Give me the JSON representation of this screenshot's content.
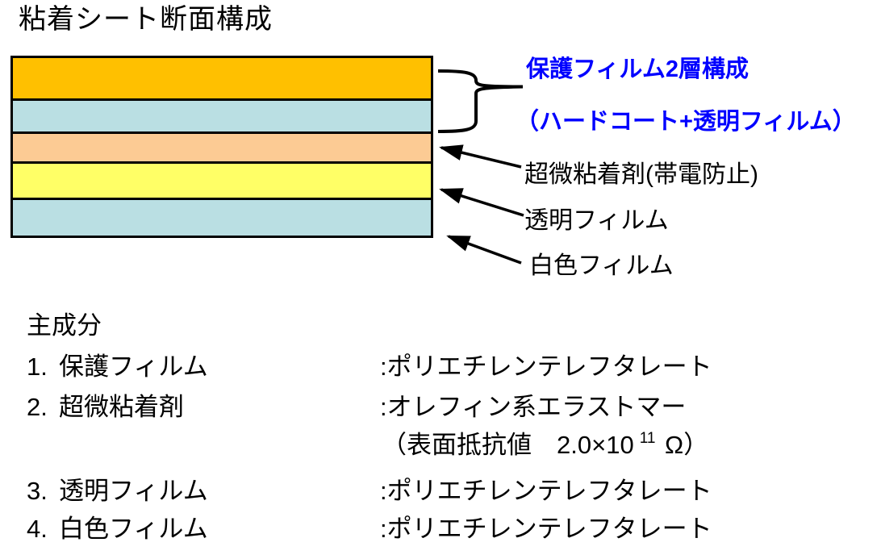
{
  "page": {
    "title": "粘着シート断面構成",
    "background": "#FFFFFF"
  },
  "diagram": {
    "layers": [
      {
        "role": "protective-film-hard-coat",
        "color": "#FFC000"
      },
      {
        "role": "protective-film-clear-film",
        "color": "#BADFE3"
      },
      {
        "role": "ultra-fine-adhesive",
        "color": "#FCCB94"
      },
      {
        "role": "transparent-film",
        "color": "#FFFF66"
      },
      {
        "role": "white-film",
        "color": "#BADFE3"
      }
    ],
    "callout": {
      "color": "#0000FF",
      "line1": "保護フィルム2層構成",
      "line2": "（ハードコート+透明フィルム）"
    },
    "arrow_labels": [
      {
        "text": "超微粘着剤(帯電防止)"
      },
      {
        "text": "透明フィルム"
      },
      {
        "text": "白色フィルム"
      }
    ]
  },
  "components": {
    "heading": "主成分",
    "items": [
      {
        "no": "1.",
        "name": "保護フィルム",
        "material": ":ポリエチレンテレフタレート"
      },
      {
        "no": "2.",
        "name": "超微粘着剤",
        "material": ":オレフィン系エラストマー"
      },
      {
        "no": "3.",
        "name": "透明フィルム",
        "material": ":ポリエチレンテレフタレート"
      },
      {
        "no": "4.",
        "name": "白色フィルム",
        "material": ":ポリエチレンテレフタレート"
      }
    ],
    "resistance_note": {
      "prefix": "（表面抵抗値　2.0×10",
      "superscript": "11",
      "suffix": " Ω）"
    }
  }
}
